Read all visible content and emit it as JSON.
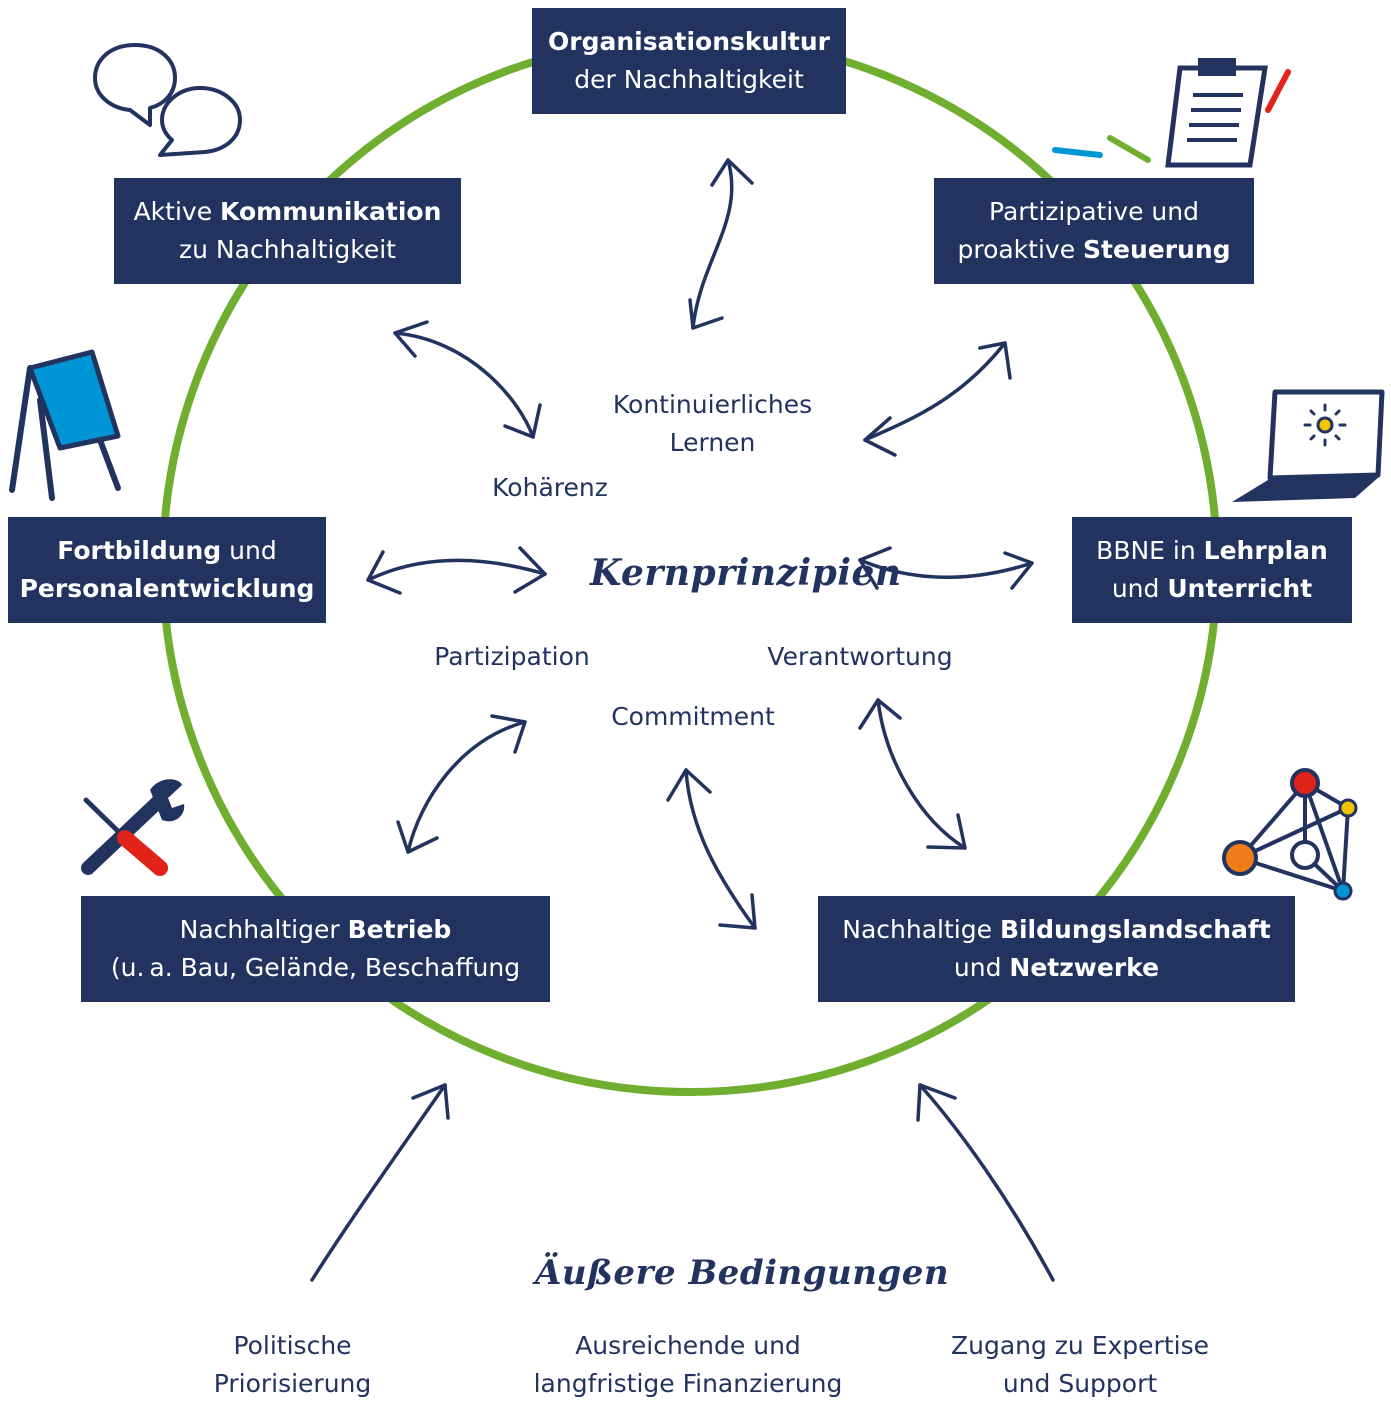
{
  "colors": {
    "navy": "#22335f",
    "green": "#6fae2f",
    "white": "#ffffff",
    "blue": "#0096d6",
    "red": "#e2231a",
    "orange": "#ef7d1a",
    "yellow": "#f5c400"
  },
  "center_title": "Kernprinzipien",
  "principles": {
    "kontinuierliches_1": "Kontinuierliches",
    "kontinuierliches_2": "Lernen",
    "kohaerenz": "Kohärenz",
    "partizipation": "Partizipation",
    "verantwortung": "Verantwortung",
    "commitment": "Commitment"
  },
  "boxes": {
    "kultur": {
      "bold": "Organisationskultur",
      "rest": "der Nachhaltigkeit"
    },
    "kommunikation": {
      "pre": "Aktive ",
      "bold": "Kommunikation",
      "line2": "zu Nachhaltigkeit"
    },
    "steuerung": {
      "line1": "Partizipative und",
      "pre": "proaktive ",
      "bold": "Steuerung"
    },
    "fortbildung": {
      "bold1": "Fortbildung",
      "post": " und",
      "bold2": "Personalentwicklung"
    },
    "lehrplan": {
      "pre": "BBNE in ",
      "bold1": "Lehrplan",
      "pre2": "und ",
      "bold2": "Unterricht"
    },
    "betrieb": {
      "pre": "Nachhaltiger ",
      "bold": "Betrieb",
      "line2": "(u. a. Bau, Gelände, Beschaffung"
    },
    "bildung": {
      "pre": "Nachhaltige ",
      "bold1": "Bildungslandschaft",
      "pre2": "und ",
      "bold2": "Netzwerke"
    }
  },
  "outer_title": "Äußere Bedingungen",
  "conditions": {
    "politik_1": "Politische",
    "politik_2": "Priorisierung",
    "finanz_1": "Ausreichende und",
    "finanz_2": "langfristige Finanzierung",
    "expertise_1": "Zugang zu Expertise",
    "expertise_2": "und Support"
  },
  "icons": [
    "speech-bubbles-icon",
    "clipboard-icon",
    "flipchart-icon",
    "laptop-icon",
    "tools-icon",
    "network-icon"
  ]
}
